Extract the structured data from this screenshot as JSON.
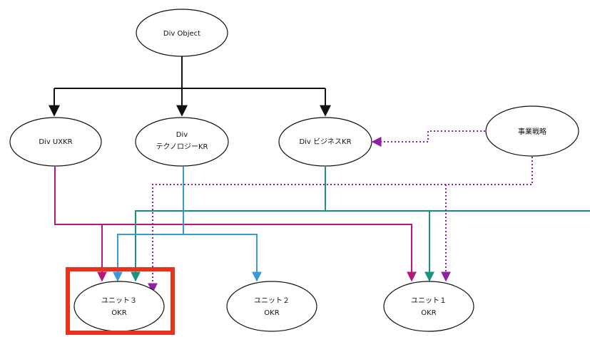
{
  "nodes": {
    "div_object": {
      "label": "Div Object"
    },
    "div_uxkr": {
      "label": "Div UXKR"
    },
    "div_tech": {
      "line1": "Div",
      "line2": "テクノロジーKR"
    },
    "div_biz": {
      "label": "Div ビジネスKR"
    },
    "strategy": {
      "label": "事業戦略"
    },
    "unit3": {
      "line1": "ユニット３",
      "line2": "OKR"
    },
    "unit2": {
      "line1": "ユニット２",
      "line2": "OKR"
    },
    "unit1": {
      "line1": "ユニット１",
      "line2": "OKR"
    }
  },
  "colors": {
    "black_connector": "#111111",
    "ux_connector": "#b5187a",
    "tech_connector": "#3a9ad9",
    "biz_connector": "#17937e",
    "strategy_connector": "#8e1fa6",
    "highlight_box": "#e8321c"
  }
}
